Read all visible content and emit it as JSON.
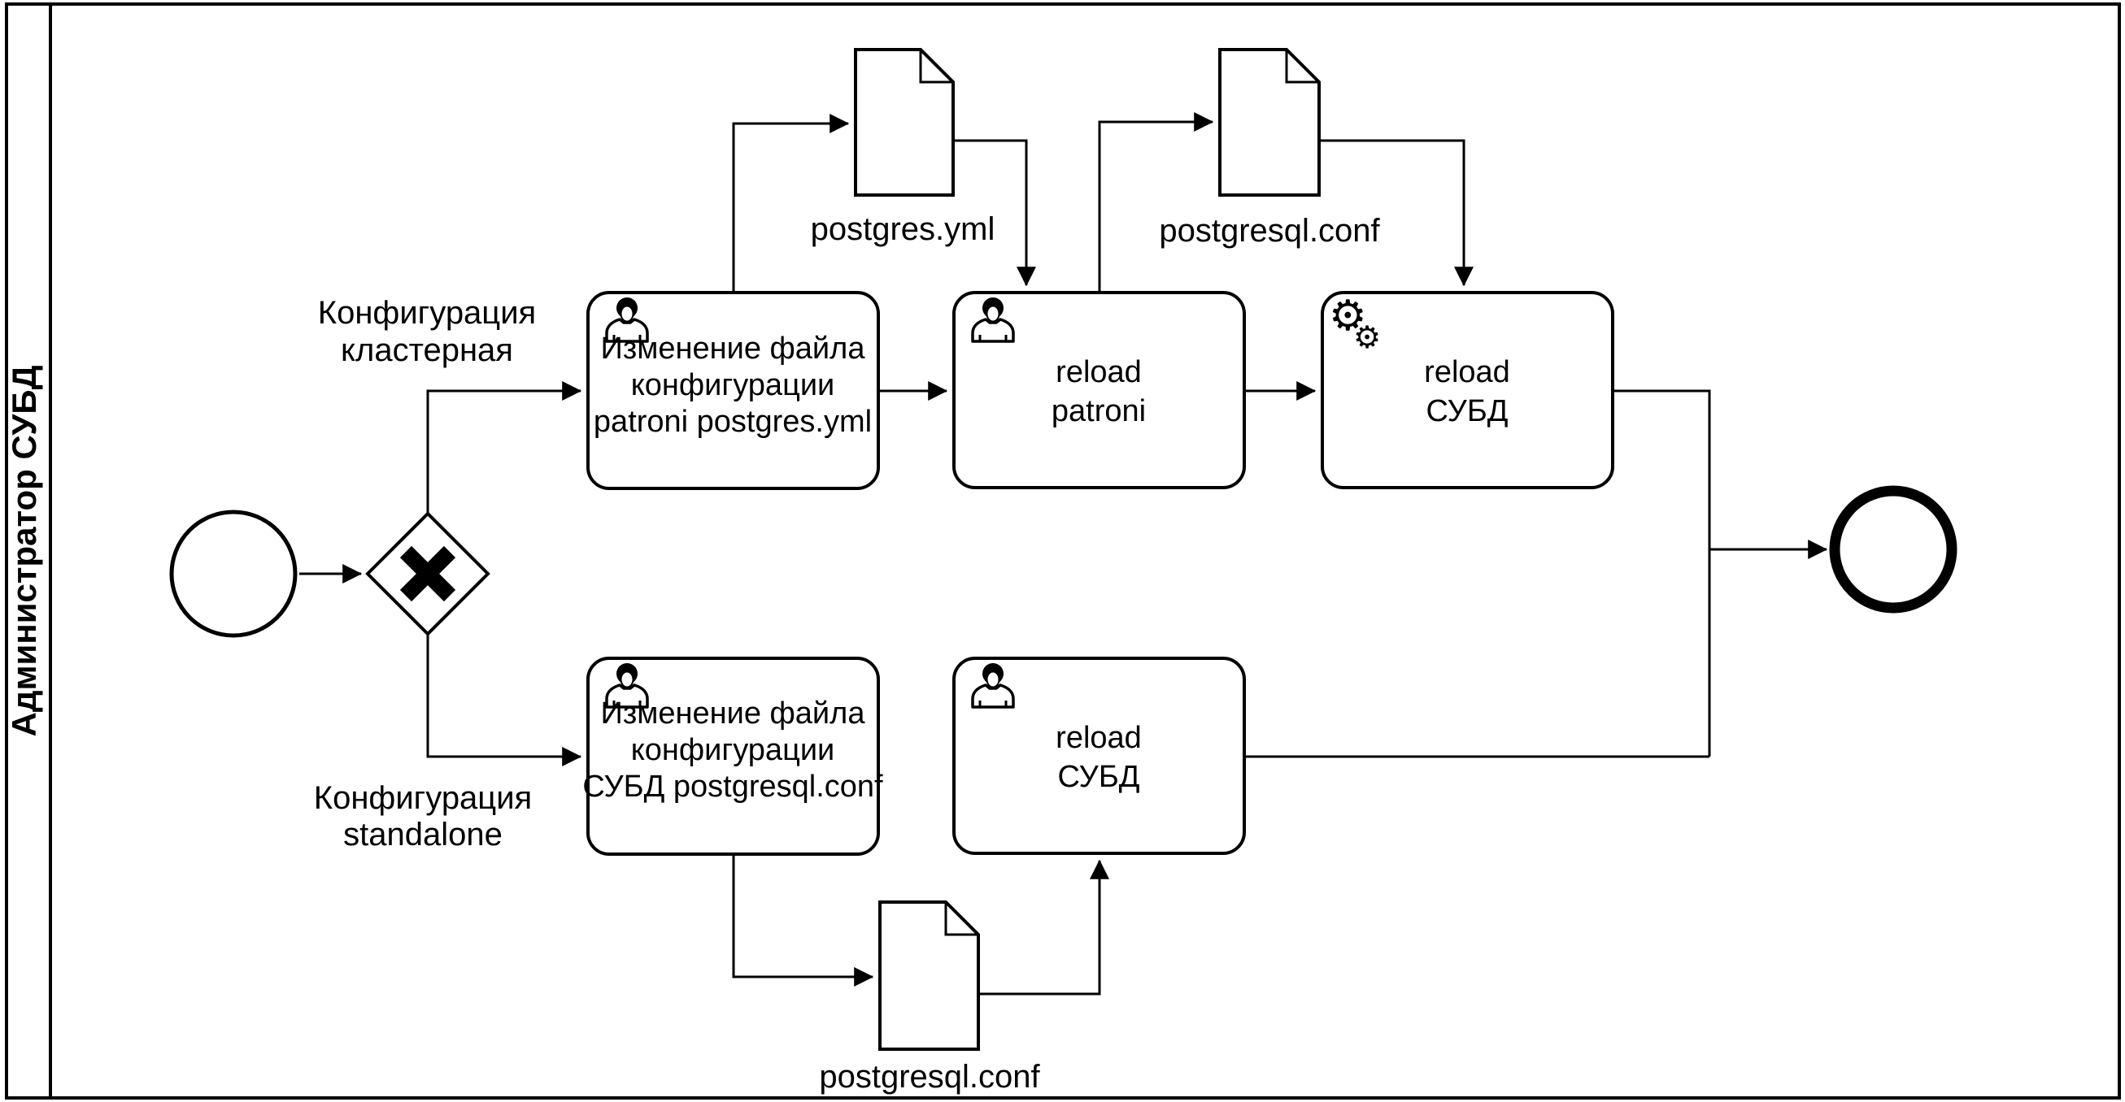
{
  "diagram": {
    "pool": {
      "lane_label": "Администратор СУБД"
    },
    "branch_labels": {
      "cluster": {
        "line1": "Конфигурация",
        "line2": "кластерная"
      },
      "standalone": {
        "line1": "Конфигурация",
        "line2": "standalone"
      }
    },
    "tasks": {
      "edit_patroni": {
        "line1": "Изменение файла",
        "line2": "конфигурации",
        "line3": "patroni postgres.yml",
        "type": "user"
      },
      "reload_patroni": {
        "line1": "reload",
        "line2": "patroni",
        "type": "user"
      },
      "reload_dbms_top": {
        "line1": "reload",
        "line2": "СУБД",
        "type": "service"
      },
      "edit_dbms": {
        "line1": "Изменение файла",
        "line2": "конфигурации",
        "line3": "СУБД postgresql.conf",
        "type": "user"
      },
      "reload_dbms_bottom": {
        "line1": "reload",
        "line2": "СУБД",
        "type": "user"
      }
    },
    "data_objects": {
      "postgres_yml": {
        "label": "postgres.yml"
      },
      "postgresql_conf_top": {
        "label": "postgresql.conf"
      },
      "postgresql_conf_bottom": {
        "label": "postgresql.conf"
      }
    },
    "icons": {
      "gear_glyph": "⚙"
    },
    "colors": {
      "stroke": "#000000",
      "fill": "#ffffff"
    }
  }
}
